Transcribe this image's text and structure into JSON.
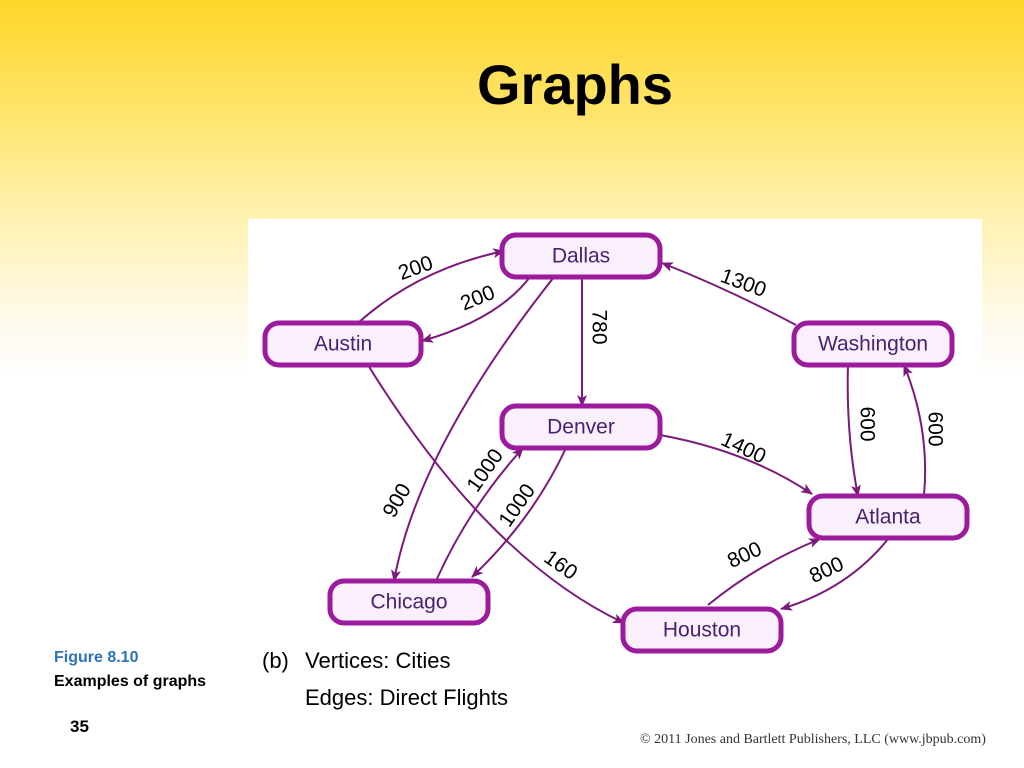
{
  "slide": {
    "title": "Graphs",
    "caption_label": "Figure  8.10",
    "caption_text": "Examples of graphs",
    "page_number": "35",
    "copyright": "© 2011 Jones and Bartlett Publishers, LLC (www.jbpub.com)"
  },
  "figure": {
    "part_label": "(b)",
    "vertices_text": "Vertices: Cities",
    "edges_text": "Edges: Direct Flights"
  },
  "graph": {
    "nodes": [
      {
        "id": "dallas",
        "label": "Dallas"
      },
      {
        "id": "austin",
        "label": "Austin"
      },
      {
        "id": "washington",
        "label": "Washington"
      },
      {
        "id": "denver",
        "label": "Denver"
      },
      {
        "id": "atlanta",
        "label": "Atlanta"
      },
      {
        "id": "chicago",
        "label": "Chicago"
      },
      {
        "id": "houston",
        "label": "Houston"
      }
    ],
    "edges": [
      {
        "from": "austin",
        "to": "dallas",
        "weight": "200"
      },
      {
        "from": "dallas",
        "to": "austin",
        "weight": "200"
      },
      {
        "from": "dallas",
        "to": "denver",
        "weight": "780"
      },
      {
        "from": "washington",
        "to": "dallas",
        "weight": "1300"
      },
      {
        "from": "washington",
        "to": "atlanta",
        "weight": "600"
      },
      {
        "from": "atlanta",
        "to": "washington",
        "weight": "600"
      },
      {
        "from": "denver",
        "to": "atlanta",
        "weight": "1400"
      },
      {
        "from": "dallas",
        "to": "chicago",
        "weight": "900"
      },
      {
        "from": "chicago",
        "to": "denver",
        "weight": "1000"
      },
      {
        "from": "denver",
        "to": "chicago",
        "weight": "1000"
      },
      {
        "from": "austin",
        "to": "houston",
        "weight": "160"
      },
      {
        "from": "houston",
        "to": "atlanta",
        "weight": "800"
      },
      {
        "from": "atlanta",
        "to": "houston",
        "weight": "800"
      }
    ]
  },
  "colors": {
    "node_border": "#9c1b9c",
    "node_fill": "#faf0fb",
    "edge": "#7b1a7b",
    "caption_label": "#2a73b8"
  }
}
